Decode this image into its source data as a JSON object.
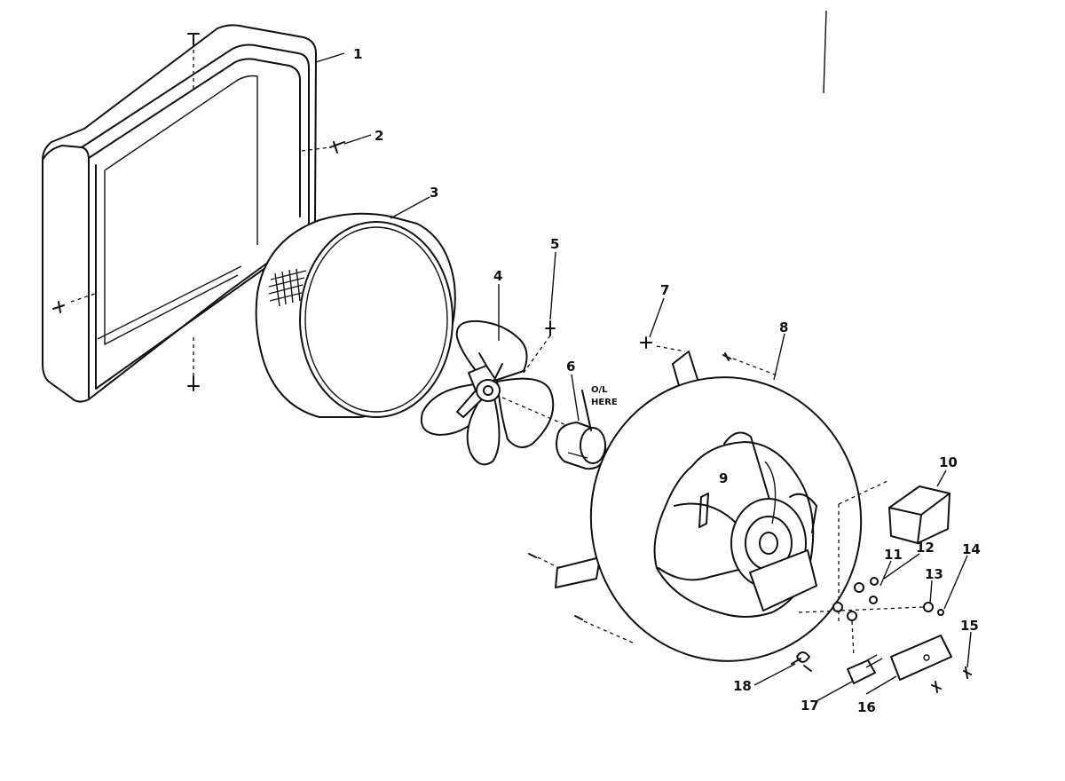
{
  "callouts": [
    "1",
    "2",
    "3",
    "4",
    "5",
    "6",
    "7",
    "8",
    "9",
    "10",
    "11",
    "12",
    "13",
    "14",
    "15",
    "16",
    "17",
    "18"
  ],
  "oil_note": [
    "O/L",
    "HERE"
  ]
}
